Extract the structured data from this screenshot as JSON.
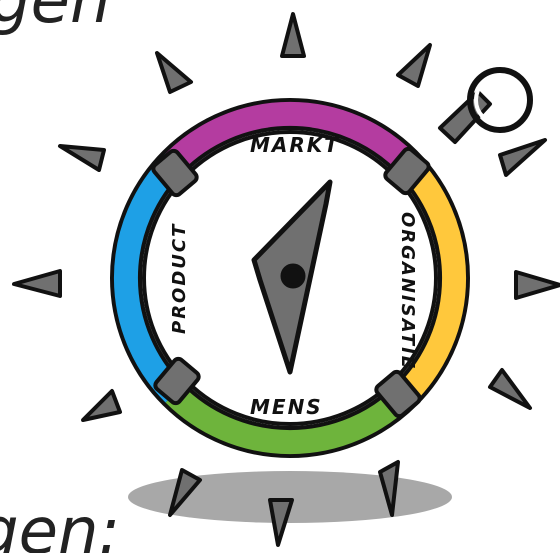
{
  "compass": {
    "segments": [
      {
        "label": "MARKT",
        "color": "#b43ca0"
      },
      {
        "label": "ORGANISATIE",
        "color": "#ffc83c"
      },
      {
        "label": "MENS",
        "color": "#6eb43c"
      },
      {
        "label": "PRODUCT",
        "color": "#1ea0e6"
      }
    ]
  },
  "text_fragments": {
    "top": "gen",
    "bottom": "gen:"
  }
}
